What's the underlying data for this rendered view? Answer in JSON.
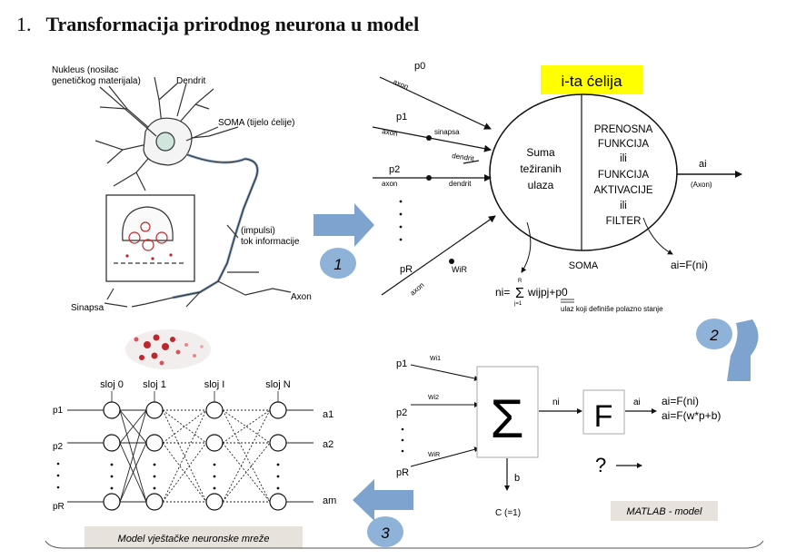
{
  "title": {
    "number": "1.",
    "text": "Transformacija prirodnog neurona u model"
  },
  "colors": {
    "highlight": "#ffff00",
    "arrow": "#7ea3cf",
    "badge": "#8fb2d9",
    "caption_bg": "#e7e3dc",
    "red": "#c0262b"
  },
  "neuron": {
    "nucleus_label_1": "Nukleus (nosilac",
    "nucleus_label_2": "genetičkog materijala)",
    "dendrit": "Dendrit",
    "soma": "SOMA (tijelo ćelije)",
    "impulsi_1": "(impulsi)",
    "impulsi_2": "tok informacije",
    "axon": "Axon",
    "sinapsa": "Sinapsa"
  },
  "cell_model": {
    "title": "i-ta ćelija",
    "inputs": [
      {
        "p": "p0",
        "axon": "axon"
      },
      {
        "p": "p1",
        "axon": "axon",
        "sinapsa": "sinapsa",
        "dendrit": "dendrit"
      },
      {
        "p": "p2",
        "axon": "axon",
        "dendrit": "dendrit"
      },
      {
        "p": "pR",
        "axon": "axon",
        "w": "WiR"
      }
    ],
    "sum_lines": [
      "Suma",
      "težiranih",
      "ulaza"
    ],
    "transfer_lines": [
      "PRENOSNA",
      "FUNKCIJA",
      "ili",
      "FUNKCIJA",
      "AKTIVACIJE",
      "ili",
      "FILTER"
    ],
    "soma": "SOMA",
    "output": "ai",
    "output_axon": "(Axon)",
    "output_formula": "ai=F(ni)",
    "sum_formula_lhs": "ni=",
    "sum_formula_body": "wijpj+p0",
    "sum_top": "R",
    "sum_bottom": "j=1",
    "note": "ulaz koji definiše polazno stanje"
  },
  "ann": {
    "layers": [
      "sloj 0",
      "sloj 1",
      "sloj I",
      "sloj N"
    ],
    "inputs": [
      "p1",
      "p2",
      "pR"
    ],
    "outputs": [
      "a1",
      "a2",
      "am"
    ],
    "caption": "Model vještačke neuronske mreže"
  },
  "matlab": {
    "inputs": [
      "p1",
      "p2",
      "pR"
    ],
    "weights": [
      "Wi1",
      "Wi2",
      "WiR"
    ],
    "sigma": "Σ",
    "ni": "ni",
    "f": "F",
    "ai": "ai",
    "eq1": "ai=F(ni)",
    "eq2": "ai=F(w*p+b)",
    "b": "b",
    "c": "C (=1)",
    "question": "?",
    "caption": "MATLAB - model"
  },
  "steps": [
    "1",
    "2",
    "3"
  ]
}
